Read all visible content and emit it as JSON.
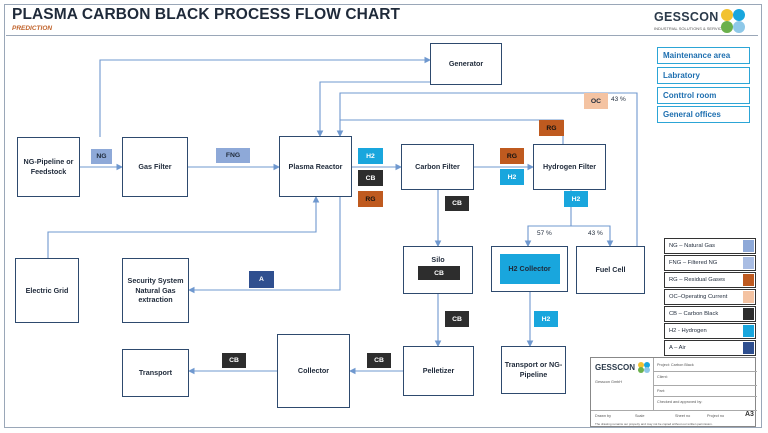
{
  "header": {
    "title": "PLASMA CARBON BLACK PROCESS FLOW CHART",
    "subtitle": "PREDICTION",
    "logo_text": "GESSCON",
    "logo_sub": "INDUSTRIAL SOLUTIONS & SERVICES"
  },
  "areas": [
    "Maintenance area",
    "Labratory",
    "Conttrol room",
    "General offices"
  ],
  "nodes": {
    "generator": "Generator",
    "ng_pipeline": "NG-Pipeline or Feedstock",
    "gas_filter": "Gas Filter",
    "plasma_reactor": "Plasma Reactor",
    "carbon_filter": "Carbon Filter",
    "hydrogen_filter": "Hydrogen Filter",
    "electric_grid": "Electric Grid",
    "security": "Security System Natural Gas extraction",
    "silo": "Silo",
    "h2_collector": "H2 Collector",
    "fuel_cell": "Fuel Cell",
    "transport": "Transport",
    "collector": "Collector",
    "pelletizer": "Pelletizer",
    "transport_ng": "Transport or NG-Pipeline"
  },
  "tags": {
    "ng": "NG",
    "fng": "FNG",
    "h2": "H2",
    "cb": "CB",
    "rg": "RG",
    "a": "A",
    "oc": "OC",
    "silo_cb": "CB"
  },
  "percents": {
    "oc": "43 %",
    "collector": "57 %",
    "fuel_cell": "43 %"
  },
  "legend": [
    {
      "label": "NG – Natural Gas",
      "color": "#8ea9d8"
    },
    {
      "label": "FNG – Filtered NG",
      "color": "#a9bde3"
    },
    {
      "label": "RG – Residual Gases",
      "color": "#bf5a1f"
    },
    {
      "label": "OC–Operating Current",
      "color": "#f4c3a2"
    },
    {
      "label": "CB – Carbon Black",
      "color": "#2d2d2d"
    },
    {
      "label": "H2 - Hydrogen",
      "color": "#19a6dd"
    },
    {
      "label": "A – Air",
      "color": "#2f4f8f"
    }
  ],
  "title_block": {
    "logo": "GESSCON",
    "project": "Project: Carbon Black",
    "client": "Client:",
    "part": "Part:",
    "checked": "Checked and approved by:",
    "drawn": "Drawn by",
    "scale": "Scale",
    "sheet": "Sheet no",
    "project_no": "Project no",
    "size": "A3",
    "address": "Gesscon GmbH",
    "footer": "The drawing remains our property and may not be copied without our written permission."
  },
  "colors": {
    "line": "#6f98cf",
    "box_border": "#2e4a6e",
    "accent": "#19a6dd"
  }
}
